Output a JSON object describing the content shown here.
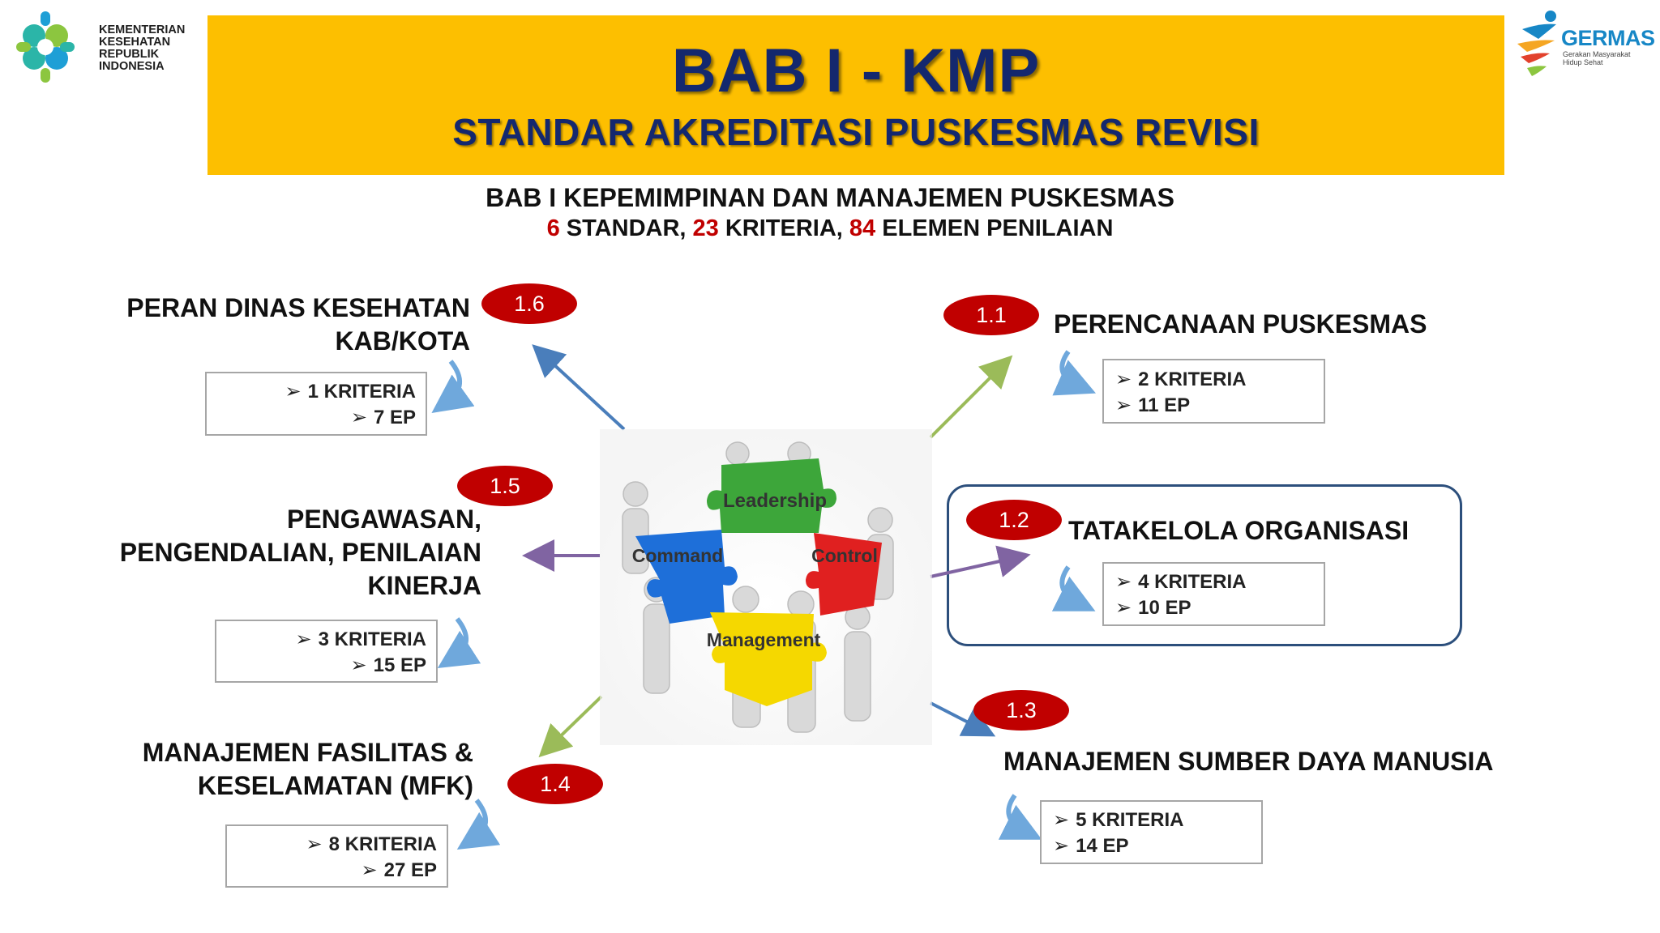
{
  "logos": {
    "kemenkes_text": [
      "KEMENTERIAN",
      "KESEHATAN",
      "REPUBLIK",
      "INDONESIA"
    ],
    "germas_word": "GERMAS",
    "germas_sub": [
      "Gerakan Masyarakat",
      "Hidup Sehat"
    ]
  },
  "header": {
    "title": "BAB I - KMP",
    "subtitle": "STANDAR AKREDITASI PUSKESMAS REVISI"
  },
  "summary": {
    "line1": "BAB I KEPEMIMPINAN DAN MANAJEMEN PUSKESMAS",
    "standar_count": "6",
    "standar_label": " STANDAR, ",
    "kriteria_count": "23",
    "kriteria_label": " KRITERIA, ",
    "elemen_count": "84",
    "elemen_label": " ELEMEN PENILAIAN"
  },
  "center_image": {
    "icon": "puzzle-team-icon",
    "pieces": [
      "Leadership",
      "Command",
      "Control",
      "Management"
    ],
    "colors": {
      "green": "#3da63a",
      "blue": "#1e6fd9",
      "red": "#e02020",
      "yellow": "#f5d800"
    }
  },
  "sections": [
    {
      "id": "1.1",
      "title": [
        "PERENCANAAN PUSKESMAS"
      ],
      "kriteria": "2 KRITERIA",
      "ep": "11 EP"
    },
    {
      "id": "1.2",
      "title": [
        "TATAKELOLA ORGANISASI"
      ],
      "kriteria": "4 KRITERIA",
      "ep": "10 EP"
    },
    {
      "id": "1.3",
      "title": [
        "MANAJEMEN SUMBER DAYA MANUSIA"
      ],
      "kriteria": "5 KRITERIA",
      "ep": "14 EP"
    },
    {
      "id": "1.4",
      "title": [
        "MANAJEMEN FASILITAS &",
        "KESELAMATAN (MFK)"
      ],
      "kriteria": "8 KRITERIA",
      "ep": "27  EP"
    },
    {
      "id": "1.5",
      "title": [
        "PENGAWASAN,",
        "PENGENDALIAN, PENILAIAN",
        "KINERJA"
      ],
      "kriteria": "3 KRITERIA",
      "ep": "15  EP"
    },
    {
      "id": "1.6",
      "title": [
        "PERAN DINAS KESEHATAN",
        "KAB/KOTA"
      ],
      "kriteria": "1 KRITERIA",
      "ep": "7  EP"
    }
  ],
  "bullet_glyph": "➢",
  "colors": {
    "banner": "#fdbf00",
    "title_navy": "#14286e",
    "badge_red": "#c00000",
    "highlight_frame": "#2c4f7c",
    "arrow_blue": "#4a7ebb",
    "arrow_green": "#9bbb59",
    "arrow_purple": "#8064a2"
  }
}
